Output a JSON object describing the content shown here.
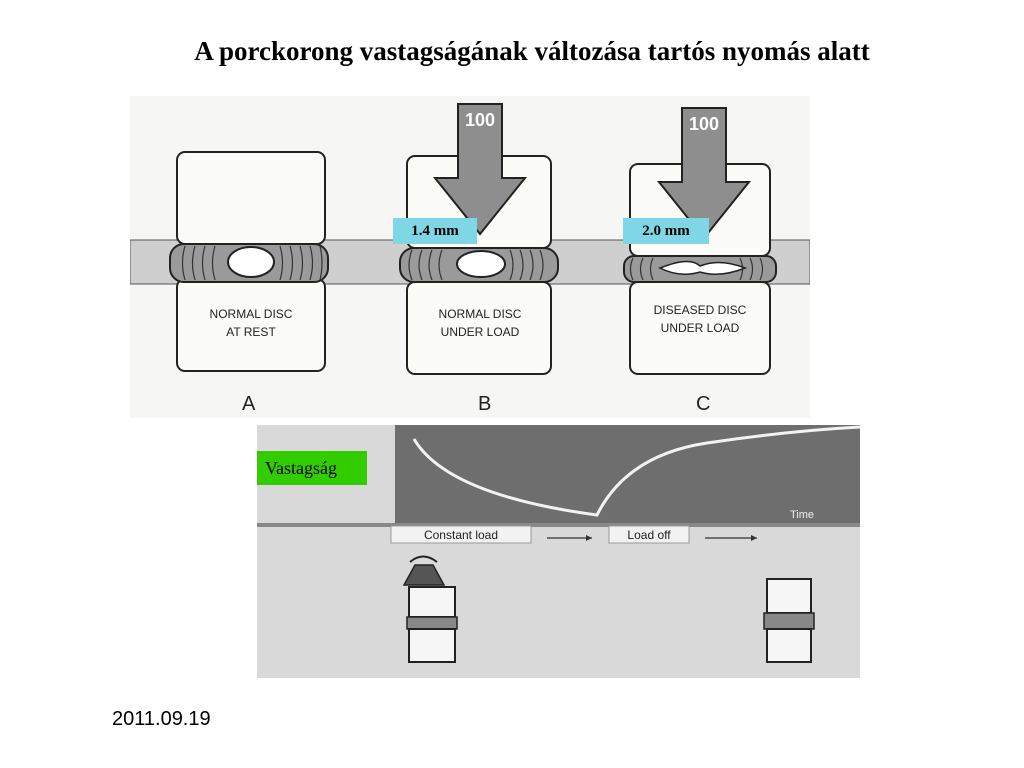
{
  "slide": {
    "title": "A porckorong vastagságának változása tartós nyomás alatt",
    "date": "2011.09.19"
  },
  "top_figure": {
    "disc_a": {
      "caption_line1": "NORMAL DISC",
      "caption_line2": "AT REST",
      "letter": "A"
    },
    "disc_b": {
      "caption_line1": "NORMAL DISC",
      "caption_line2": "UNDER LOAD",
      "letter": "B",
      "load": "100"
    },
    "disc_c": {
      "caption_line1": "DISEASED DISC",
      "caption_line2": "UNDER LOAD",
      "letter": "C",
      "load": "100"
    },
    "label_b": "1.4 mm",
    "label_c": "2.0 mm"
  },
  "bottom_figure": {
    "ylabel": "Vastagság",
    "xlabel": "Time",
    "phase1": "Constant load",
    "phase2": "Load off"
  }
}
